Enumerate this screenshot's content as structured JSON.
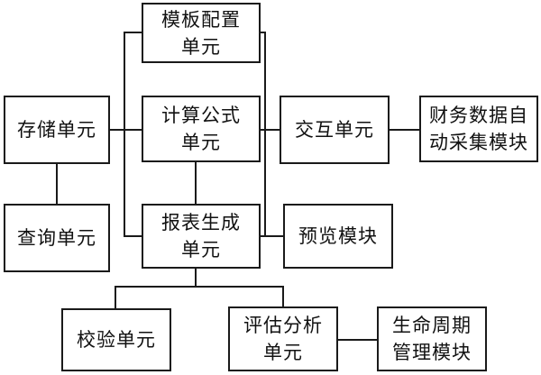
{
  "diagram": {
    "nodes": {
      "template_config": "模板配置\n单元",
      "formula": "计算公式\n单元",
      "report": "报表生成\n单元",
      "storage": "存储单元",
      "query": "查询单元",
      "interaction": "交互单元",
      "finance": "财务数据自\n动采集模块",
      "preview": "预览模块",
      "validation": "校验单元",
      "evaluation": "评估分析\n单元",
      "lifecycle": "生命周期\n管理模块"
    },
    "edges": [
      [
        "storage",
        "query"
      ],
      [
        "storage",
        "template_config"
      ],
      [
        "storage",
        "formula"
      ],
      [
        "storage",
        "report"
      ],
      [
        "template_config",
        "interaction"
      ],
      [
        "formula",
        "interaction"
      ],
      [
        "formula",
        "report"
      ],
      [
        "interaction",
        "finance"
      ],
      [
        "report",
        "preview"
      ],
      [
        "report",
        "validation"
      ],
      [
        "report",
        "evaluation"
      ],
      [
        "evaluation",
        "lifecycle"
      ]
    ]
  }
}
